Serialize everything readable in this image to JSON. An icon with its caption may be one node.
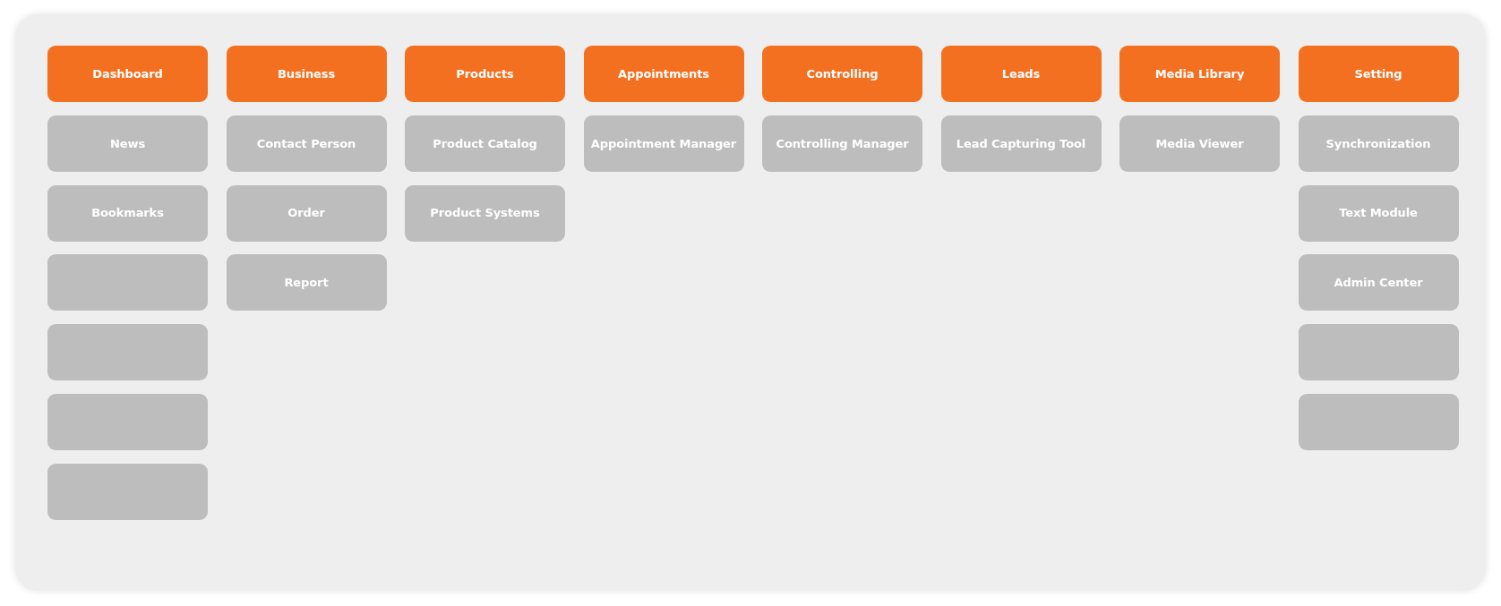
{
  "diagram": {
    "nodes": [
      {
        "text": [
          "Dashboard"
        ]
      },
      {
        "text": [
          "News"
        ]
      },
      {
        "text": [
          "Bookmarks"
        ]
      },
      {
        "text": [],
        "shape": "box"
      },
      {
        "text": [],
        "shape": "box"
      },
      {
        "text": [],
        "shape": "box"
      },
      {
        "text": [],
        "shape": "box"
      },
      {
        "text": [
          "Business"
        ]
      },
      {
        "text": [
          "Contact Person"
        ]
      },
      {
        "text": [
          "Order"
        ]
      },
      {
        "text": [
          "Report"
        ]
      },
      {
        "text": [
          "Products"
        ]
      },
      {
        "text": [
          "Product Catalog"
        ]
      },
      {
        "text": [
          "Product Systems"
        ]
      },
      {
        "text": [
          "Appointments"
        ]
      },
      {
        "text": [
          "Appointment Manager"
        ]
      },
      {
        "text": [
          "Controlling"
        ]
      },
      {
        "text": [
          "Controlling Manager"
        ]
      },
      {
        "text": [
          "Leads"
        ]
      },
      {
        "text": [
          "Lead Capturing Tool"
        ]
      },
      {
        "text": [
          "Media Library"
        ]
      },
      {
        "text": [
          "Media Viewer"
        ]
      },
      {
        "text": [
          "Setting"
        ]
      },
      {
        "text": [
          "Synchronization"
        ]
      },
      {
        "text": [
          "Text Module"
        ]
      },
      {
        "text": [
          "Admin Center"
        ]
      },
      {
        "text": [],
        "shape": "box"
      },
      {
        "text": [],
        "shape": "box"
      }
    ],
    "edges": []
  }
}
